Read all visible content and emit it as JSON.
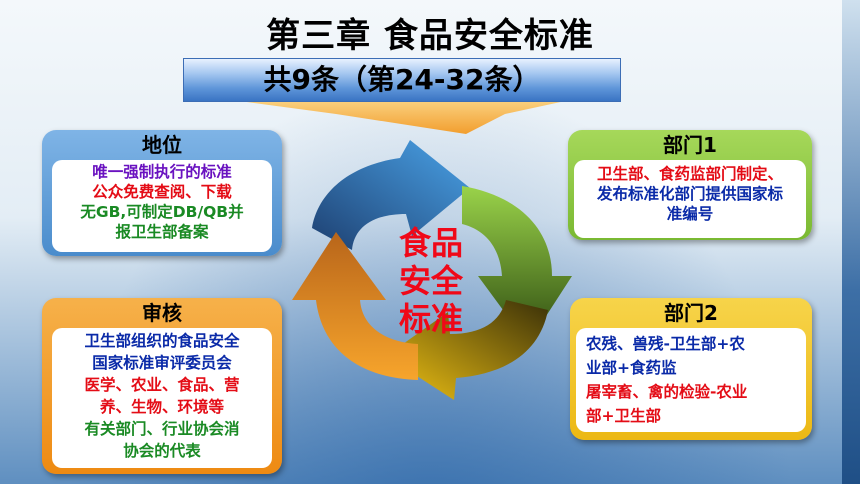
{
  "title": "第三章 食品安全标准",
  "subtitle": "共9条（第24-32条）",
  "center_label": [
    "食品",
    "安全",
    "标准"
  ],
  "panels": {
    "status": {
      "title": "地位",
      "lines": [
        "唯一强制执行的标准",
        "公众免费查阅、下载",
        "无GB,可制定DB/QB并",
        "报卫生部备案"
      ]
    },
    "dept1": {
      "title": "部门1",
      "lines": [
        "卫生部、食药监部门制定、",
        "发布标准化部门提供国家标",
        "准编号"
      ]
    },
    "review": {
      "title": "审核",
      "lines": [
        "卫生部组织的食品安全",
        "国家标准审评委员会",
        "医学、农业、食品、营",
        "养、生物、环境等",
        "有关部门、行业协会消",
        "协会的代表"
      ]
    },
    "dept2": {
      "title": "部门2",
      "lines": [
        "农残、兽残-卫生部+农",
        "业部+食药监",
        "屠宰畜、禽的检验-农业",
        "部+卫生部"
      ]
    }
  },
  "colors": {
    "status_panel": "#5b9bd5",
    "dept1_panel": "#8cc63f",
    "review_panel": "#f39a24",
    "dept2_panel": "#f0c419"
  }
}
